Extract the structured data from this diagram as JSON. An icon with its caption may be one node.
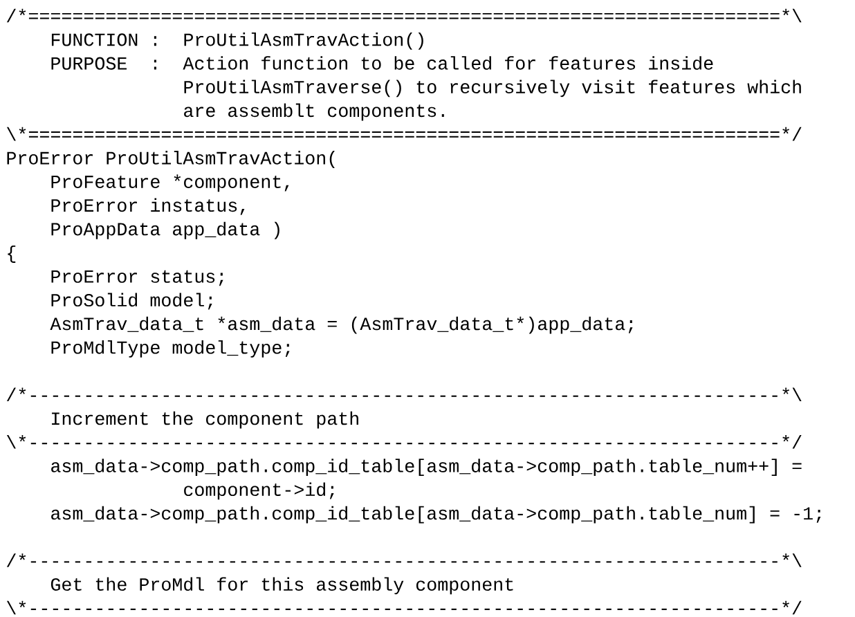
{
  "diagram": {
    "labels": [
      "/*",
      "====================================================================*\\",
      "FUNCTION",
      ":",
      "ProUtilAsmTravAction()",
      "PURPOSE",
      ":",
      "Action function to be called for features inside",
      "ProUtilAsmTraverse() to recursively visit features which",
      "are assemblt components.",
      "\\*",
      "====================================================================*/",
      "ProError ProUtilAsmTravAction(",
      "ProFeature *component,",
      "ProError instatus,",
      "ProAppData app_data )",
      "{",
      "ProError status;",
      "ProSolid model;",
      "AsmTrav_data_t *asm_data =",
      "(AsmTrav_data_t*)app_data;",
      "ProMdlType model_type;",
      "/*",
      "--------------------------------------------------------------------*\\",
      "Increment the component path",
      "\\*",
      "--------------------------------------------------------------------*/",
      "asm_data->comp_path.comp_id_table[asm_data->comp_path.table_num++] =",
      "component->id;",
      "asm_data->comp_path.comp_id_table[asm_data->comp_path.table_num] = -1;",
      "/*",
      "--------------------------------------------------------------------*\\",
      "Get the ProMdl for this assembly component",
      "\\*",
      "--------------------------------------------------------------------*/"
    ]
  }
}
